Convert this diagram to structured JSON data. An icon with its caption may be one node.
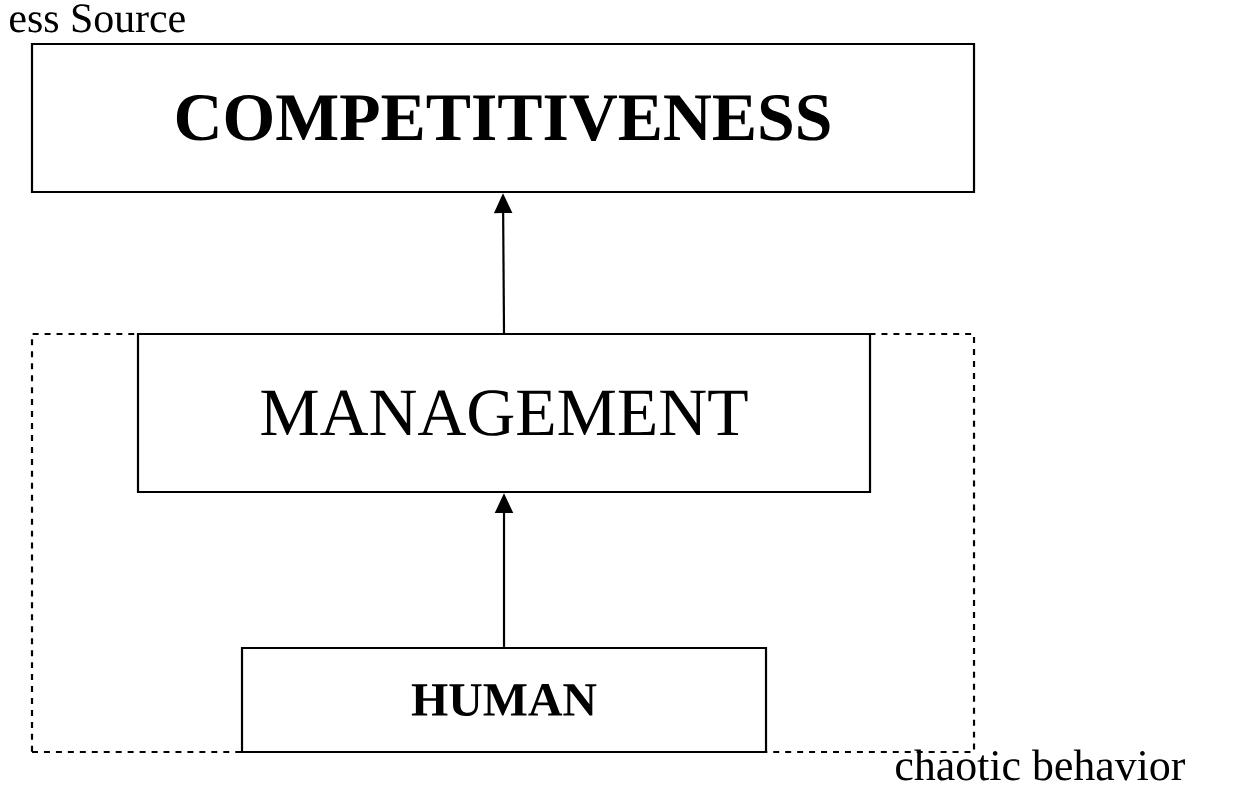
{
  "diagram": {
    "nodes": [
      {
        "text": [
          "COMPETITIVENESS"
        ]
      },
      {
        "text": [],
        "shape": "box"
      },
      {
        "text": [
          "MANAGEMENT"
        ],
        "in": 1
      },
      {
        "text": [
          "HUMAN"
        ],
        "in": 1
      }
    ],
    "edges": [
      {
        "from": 3,
        "to": 2,
        "arrow": "to"
      },
      {
        "from": 2,
        "to": 0,
        "arrow": "to"
      }
    ],
    "labels": [
      "ess Source",
      "chaotic behavior"
    ]
  }
}
